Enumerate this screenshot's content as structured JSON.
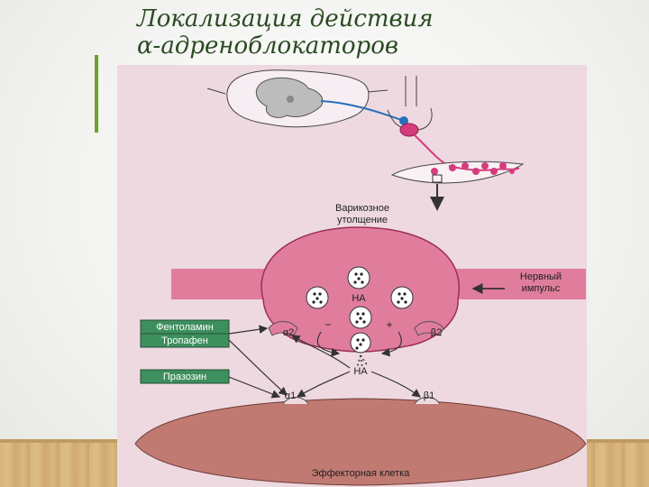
{
  "slide": {
    "title_line1": "Локализация действия",
    "title_line2": "α-адреноблокаторов"
  },
  "figure": {
    "varicose_label_line1": "Варикозное",
    "varicose_label_line2": "утолщение",
    "nerve_impulse_line1": "Нервный",
    "nerve_impulse_line2": "импульс",
    "na_top": "НА",
    "na_bottom": "НА",
    "minus_sign": "−",
    "plus_sign": "+",
    "drug_fentolamin": "Фентоламин",
    "drug_tropafen": "Тропафен",
    "drug_prazosin": "Празозин",
    "receptor_alpha2": "α2",
    "receptor_beta2": "β2",
    "receptor_alpha1": "α1",
    "receptor_beta1": "β1",
    "effector_label": "Эффекторная клетка"
  },
  "colors": {
    "title": "#2a4a22",
    "accent_bar": "#6aa32e",
    "figure_bg": "#eed9e1",
    "terminal": "#e07d9c",
    "effector_cell": "#c17a72",
    "drug_box": "#3e8f5e",
    "nerve_fiber": "#d63c7c"
  }
}
